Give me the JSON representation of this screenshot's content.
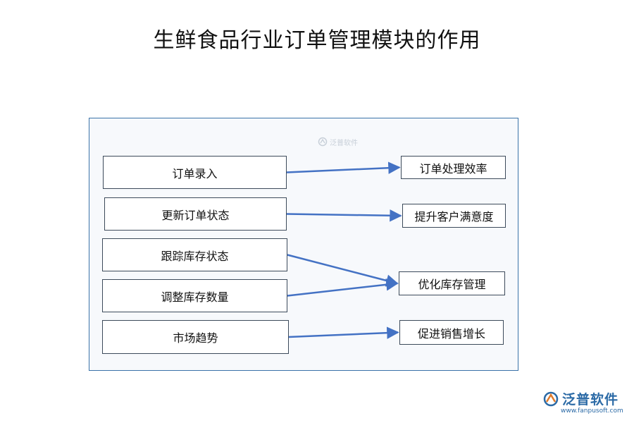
{
  "title": "生鲜食品行业订单管理模块的作用",
  "watermark": {
    "text": "泛普软件",
    "icon": "fanpu-logo-icon"
  },
  "left_nodes": [
    {
      "id": "L1",
      "label": "订单录入"
    },
    {
      "id": "L2",
      "label": "更新订单状态"
    },
    {
      "id": "L3",
      "label": "跟踪库存状态"
    },
    {
      "id": "L4",
      "label": "调整库存数量"
    },
    {
      "id": "L5",
      "label": "市场趋势"
    }
  ],
  "right_nodes": [
    {
      "id": "R1",
      "label": "订单处理效率"
    },
    {
      "id": "R2",
      "label": "提升客户满意度"
    },
    {
      "id": "R3",
      "label": "优化库存管理"
    },
    {
      "id": "R4",
      "label": "促进销售增长"
    }
  ],
  "edges": [
    {
      "from": "L1",
      "to": "R1"
    },
    {
      "from": "L2",
      "to": "R2"
    },
    {
      "from": "L3",
      "to": "R3"
    },
    {
      "from": "L4",
      "to": "R3"
    },
    {
      "from": "L5",
      "to": "R4"
    }
  ],
  "colors": {
    "arrow": "#4472c4",
    "panel_border": "#3a72a8",
    "brand": "#2b6aa6"
  },
  "brand": {
    "name": "泛普软件",
    "url": "www.fanpusoft.com",
    "icon": "fanpu-logo-icon"
  }
}
